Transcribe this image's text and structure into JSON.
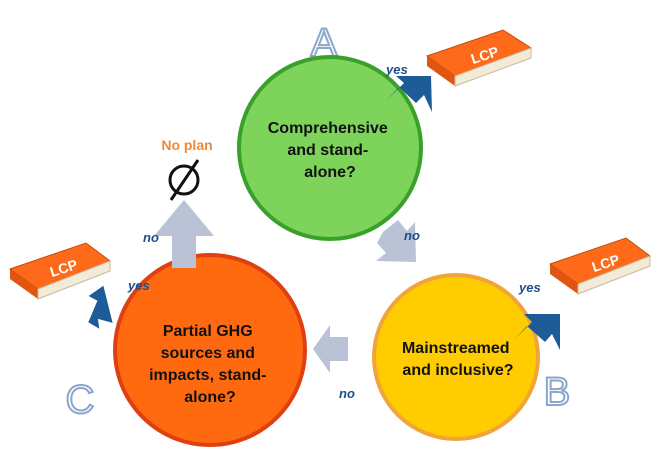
{
  "nodes": {
    "a": {
      "letter": "A",
      "lines": [
        "Comprehensive",
        "and stand-",
        "alone?"
      ],
      "color": "#7ed35a",
      "stroke": "#3aa02c"
    },
    "b": {
      "letter": "B",
      "lines": [
        "Mainstreamed",
        "and inclusive?"
      ],
      "color": "#ffcc00",
      "stroke": "#f0a43a"
    },
    "c": {
      "letter": "C",
      "lines": [
        "Partial GHG",
        "sources and",
        "impacts, stand-",
        "alone?"
      ],
      "color": "#ff6a10",
      "stroke": "#e04010"
    }
  },
  "books": {
    "label": "LCP",
    "color": "#ff6a1a"
  },
  "edges": {
    "yes": "yes",
    "no": "no"
  },
  "no_plan": {
    "label": "No plan",
    "symbol": "∅",
    "color": "#f0883a"
  },
  "colors": {
    "arrow_blue": "#1d5c96",
    "arrow_grey": "#b9c3d5",
    "outline_letter": "#8aa6cc",
    "label_blue": "#1f4e8c"
  }
}
